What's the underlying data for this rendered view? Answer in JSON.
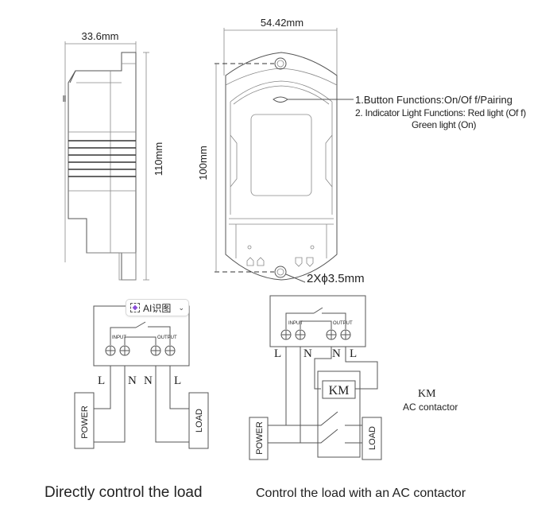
{
  "side_view": {
    "width_label": "33.6mm",
    "height_label": "110mm"
  },
  "front_view": {
    "width_label": "54.42mm",
    "height_label": "100mm",
    "hole_label": "2Xϕ3.5mm"
  },
  "annotations": {
    "button_functions": "1.Button   Functions:On/Of f/Pairing",
    "indicator_functions": "2. Indicator Light Functions: Red light (Of f)",
    "indicator_green": "Green light (On)"
  },
  "wiring_direct": {
    "input_label": "INPUT",
    "output_label": "OUTPUT",
    "wire_labels": [
      "L",
      "N",
      "N",
      "L"
    ],
    "power_label": "POWER",
    "load_label": "LOAD",
    "caption": "Directly control the load"
  },
  "wiring_contactor": {
    "input_label": "INPUT",
    "output_label": "OUTPUT",
    "wire_labels": [
      "L",
      "N",
      "N",
      "L"
    ],
    "km_box_label": "KM",
    "power_label": "POWER",
    "load_label": "LOAD",
    "legend_title": "KM",
    "legend_desc": "AC contactor",
    "caption": "Control the load with an AC contactor"
  },
  "overlay": {
    "ai_button_label": "AI识图",
    "ai_button_chevron": "⌄"
  }
}
